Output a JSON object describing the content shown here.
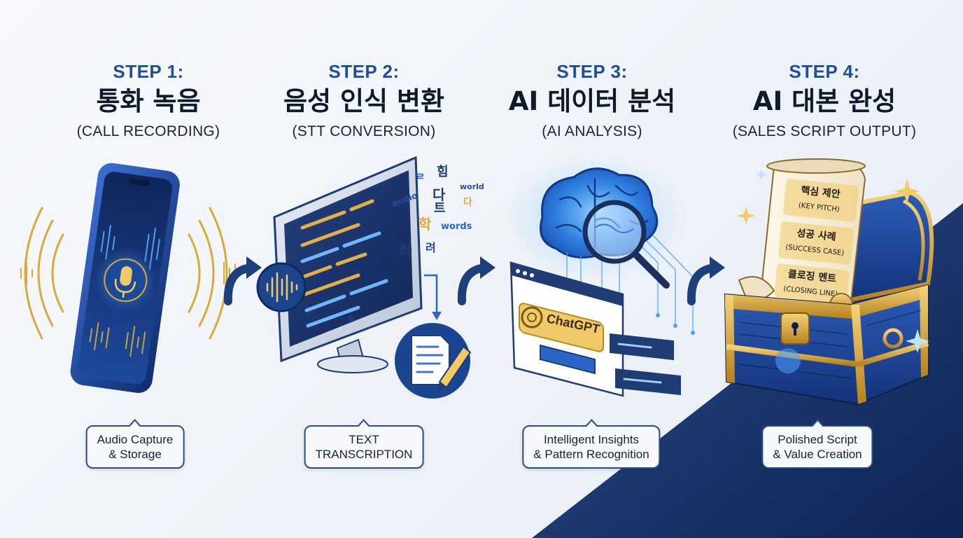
{
  "steps": [
    {
      "label": "STEP 1:",
      "title": "통화 녹음",
      "subtitle": "(CALL RECORDING)",
      "caption": [
        "Audio Capture",
        "& Storage"
      ]
    },
    {
      "label": "STEP 2:",
      "title": "음성 인식 변환",
      "subtitle": "(STT CONVERSION)",
      "caption": [
        "TEXT",
        "TRANSCRIPTION"
      ]
    },
    {
      "label": "STEP 3:",
      "title": "AI 데이터 분석",
      "subtitle": "(AI ANALYSIS)",
      "caption": [
        "Intelligent Insights",
        "& Pattern Recognition"
      ]
    },
    {
      "label": "STEP 4:",
      "title": "AI 대본 완성",
      "subtitle": "(SALES SCRIPT OUTPUT)",
      "caption": [
        "Polished Script",
        "& Value Creation"
      ]
    }
  ],
  "stt_words": {
    "w1": "audio",
    "w2": "world",
    "w3": "words",
    "k1": "힘",
    "k2": "다",
    "k3": "학",
    "k4": "하",
    "k5": "려",
    "k6": "트",
    "k7": "ㄹ",
    "k8": "다"
  },
  "chatgpt_label": "ChatGPT",
  "scroll": {
    "items": [
      {
        "ko": "핵심 제안",
        "en": "(KEY PITCH)"
      },
      {
        "ko": "성공 사례",
        "en": "(SUCCESS CASE)"
      },
      {
        "ko": "클로징 멘트",
        "en": "(CLOSING LINE)"
      }
    ]
  },
  "colors": {
    "accent": "#1f4f9a",
    "navy": "#13295a",
    "gold": "#d9a93a",
    "glow": "#4aa3ff"
  }
}
